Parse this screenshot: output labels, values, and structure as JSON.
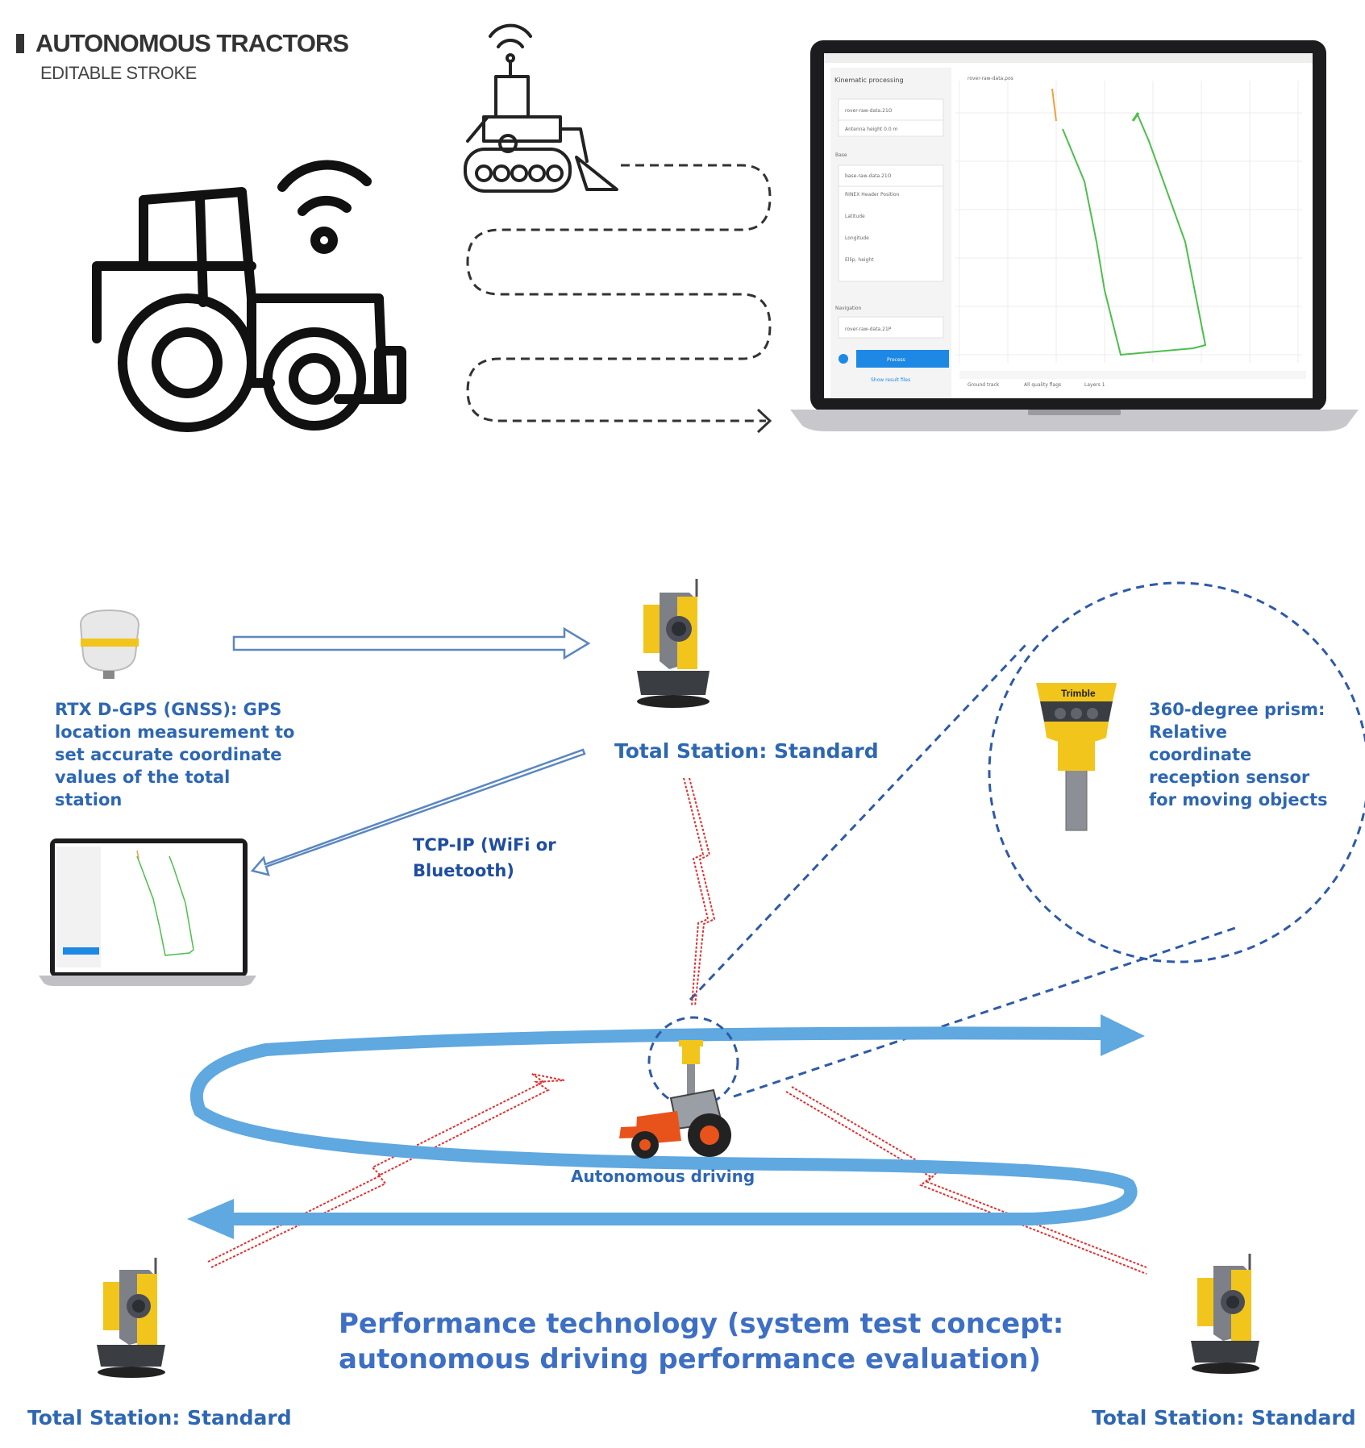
{
  "header": {
    "title": "AUTONOMOUS TRACTORS",
    "subtitle": "EDITABLE STROKE"
  },
  "labels": {
    "gnss": "RTX D-GPS (GNSS): GPS location measurement to set accurate coordinate values of the total station",
    "ts_top": "Total Station: Standard",
    "ts_left": "Total Station: Standard",
    "ts_right": "Total Station: Standard",
    "tcp": "TCP-IP (WiFi or Bluetooth)",
    "prism": "360-degree prism: Relative coordinate reception sensor for moving objects",
    "prism_brand": "Trimble",
    "driving": "Autonomous driving",
    "caption": "Performance technology (system test concept: autonomous driving performance evaluation)"
  },
  "software": {
    "panel_title": "Kinematic processing",
    "tab": "rover-raw-data.pos",
    "rover_file": "rover-raw-data.21O",
    "antenna": "Antenna height 0.0 m",
    "base_section": "Base",
    "base_file": "base-raw-data.21O",
    "base_position": "RINEX Header Position",
    "latitude": "Latitude",
    "longitude": "Longitude",
    "ellip_height": "Ellip. height",
    "navigation_section": "Navigation",
    "nav_file": "rover-raw-data.21P",
    "process_button": "Process",
    "show_files": "Show result files",
    "footer_ground": "Ground track",
    "footer_flags": "All quality flags",
    "footer_layers": "Layers 1"
  },
  "colors": {
    "accent": "#2e67b1",
    "track": "#5fa8e0",
    "signal": "#e03030",
    "total_station": "#f2c51c",
    "gps_track": "#4cbf4c"
  },
  "icons": [
    "tractor-icon",
    "wifi-icon",
    "crawler-icon",
    "laptop-icon",
    "gnss-receiver-icon",
    "total-station-icon",
    "prism-icon",
    "tractor-photo-icon"
  ]
}
